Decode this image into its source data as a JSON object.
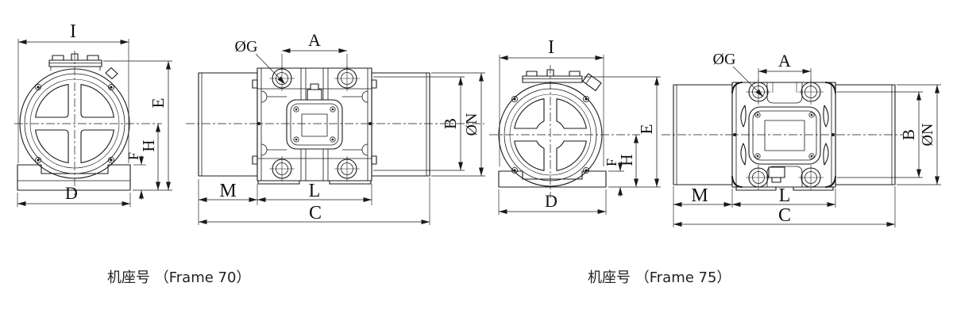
{
  "colors": {
    "line": "#1a1a1a",
    "background": "#ffffff"
  },
  "figures": [
    {
      "id": "frame-70",
      "caption": "机座号 （Frame 70）",
      "front_view": {
        "dims": {
          "I": "I",
          "E": "E",
          "H": "H",
          "F": "F",
          "D": "D"
        }
      },
      "side_view": {
        "dims": {
          "G": "ØG",
          "A": "A",
          "B": "B",
          "N": "ØN",
          "M": "M",
          "L": "L",
          "C": "C"
        }
      }
    },
    {
      "id": "frame-75",
      "caption": "机座号 （Frame 75）",
      "front_view": {
        "dims": {
          "I": "I",
          "E": "E",
          "H": "H",
          "F": "F",
          "D": "D"
        }
      },
      "side_view": {
        "dims": {
          "G": "ØG",
          "A": "A",
          "B": "B",
          "N": "ØN",
          "M": "M",
          "L": "L",
          "C": "C"
        }
      }
    }
  ]
}
